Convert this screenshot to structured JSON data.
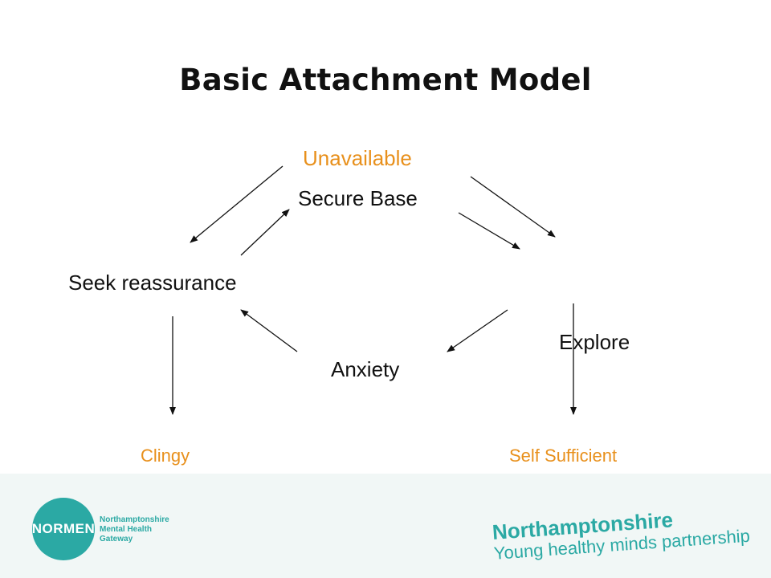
{
  "title": "Basic Attachment Model",
  "nodes": {
    "unavailable": "Unavailable",
    "secure_base": "Secure Base",
    "seek_reassurance": "Seek reassurance",
    "explore": "Explore",
    "anxiety": "Anxiety",
    "clingy": "Clingy",
    "self_sufficient": "Self Sufficient"
  },
  "colors": {
    "highlight": "#e8901c",
    "brand": "#2ba9a4",
    "text": "#111111"
  },
  "logos": {
    "normen": {
      "badge": "NORMEN",
      "line1": "Northamptonshire",
      "line2": "Mental Health",
      "line3": "Gateway"
    },
    "partnership": {
      "line1": "Northamptonshire",
      "line2": "Young healthy minds partnership"
    }
  }
}
